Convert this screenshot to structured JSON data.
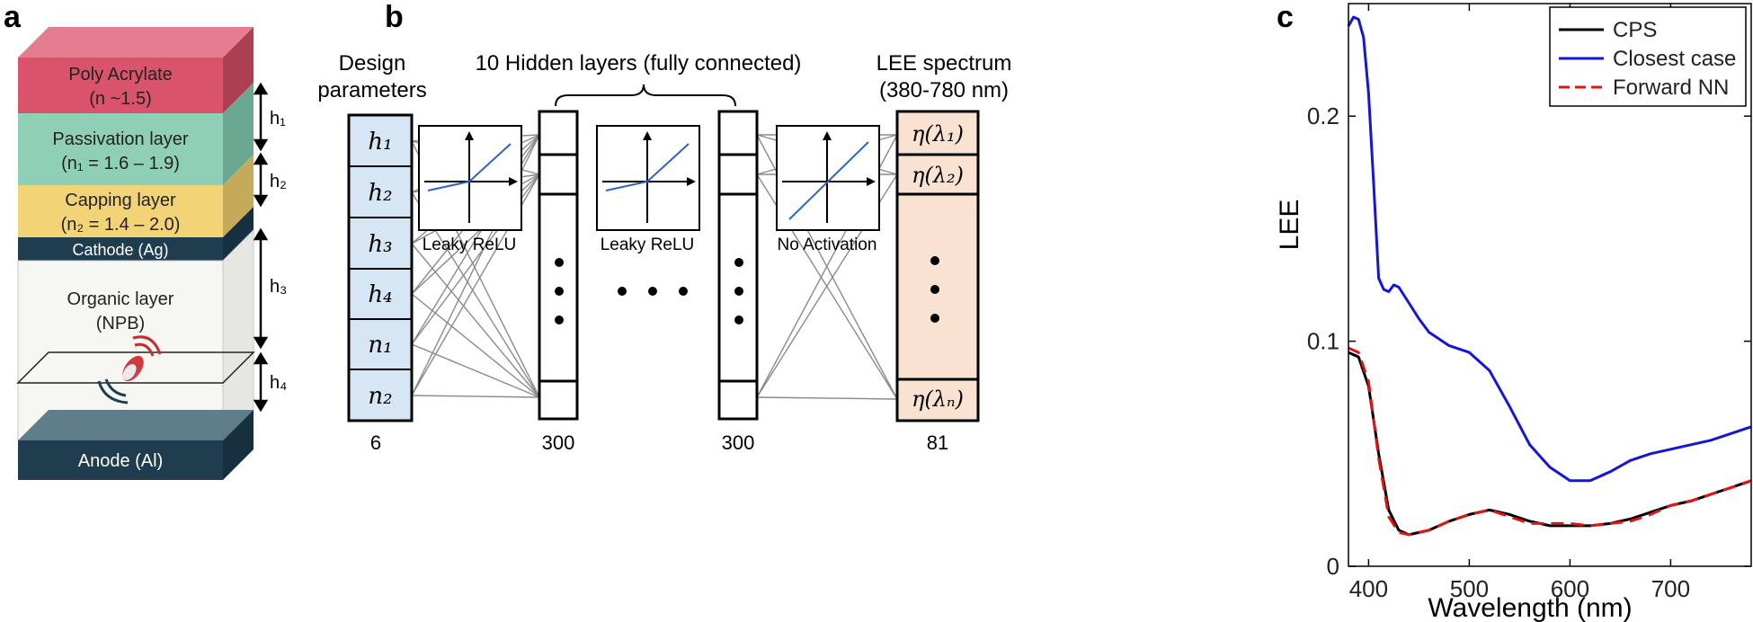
{
  "panel_a": {
    "label": "a",
    "layers": [
      {
        "name": "Poly Acrylate",
        "sub": "(n ~1.5)"
      },
      {
        "name": "Passivation layer",
        "sub": "(n₁ = 1.6 – 1.9)"
      },
      {
        "name": "Capping layer",
        "sub": "(n₂ = 1.4 – 2.0)"
      },
      {
        "name": "Cathode (Ag)",
        "sub": ""
      },
      {
        "name": "Organic layer",
        "sub": "(NPB)"
      },
      {
        "name": "Anode (Al)",
        "sub": ""
      }
    ],
    "dims": [
      "h₁",
      "h₂",
      "h₃",
      "h₄"
    ],
    "colors": {
      "poly": "#d9536b",
      "passivation": "#8fcfb6",
      "capping": "#f2d477",
      "cathode": "#1f3d4f",
      "organic": "#f6f6f2",
      "anode": "#1f3d4f"
    }
  },
  "panel_b": {
    "label": "b",
    "input_title": [
      "Design",
      "parameters"
    ],
    "hidden_title": "10 Hidden layers (fully connected)",
    "output_title": [
      "LEE spectrum",
      "(380-780 nm)"
    ],
    "inputs": [
      "h₁",
      "h₂",
      "h₃",
      "h₄",
      "n₁",
      "n₂"
    ],
    "outputs": [
      "η(λ₁)",
      "η(λ₂)",
      "η(λₙ)"
    ],
    "activations": [
      "Leaky ReLU",
      "Leaky ReLU",
      "No Activation"
    ],
    "counts": [
      "6",
      "300",
      "300",
      "81"
    ]
  },
  "panel_c": {
    "label": "c",
    "chart_data": {
      "type": "line",
      "xlabel": "Wavelength (nm)",
      "ylabel": "LEE",
      "xlim": [
        380,
        780
      ],
      "ylim": [
        0,
        0.25
      ],
      "xticks": [
        "400",
        "500",
        "600",
        "700"
      ],
      "yticks": [
        "0",
        "0.1",
        "0.2"
      ],
      "legend_position": "top-right",
      "series": [
        {
          "name": "CPS",
          "color": "#000000",
          "dash": "solid",
          "x": [
            380,
            390,
            400,
            410,
            420,
            430,
            440,
            460,
            480,
            500,
            520,
            540,
            560,
            580,
            600,
            620,
            640,
            660,
            680,
            700,
            720,
            740,
            760,
            780
          ],
          "y": [
            0.095,
            0.093,
            0.08,
            0.05,
            0.025,
            0.016,
            0.014,
            0.016,
            0.02,
            0.023,
            0.025,
            0.023,
            0.02,
            0.018,
            0.018,
            0.018,
            0.019,
            0.021,
            0.024,
            0.027,
            0.029,
            0.032,
            0.035,
            0.038
          ]
        },
        {
          "name": "Closest case",
          "color": "#1414e0",
          "dash": "solid",
          "x": [
            380,
            385,
            390,
            395,
            400,
            405,
            410,
            415,
            420,
            425,
            430,
            440,
            450,
            460,
            480,
            500,
            520,
            540,
            560,
            580,
            600,
            620,
            640,
            660,
            680,
            700,
            720,
            740,
            760,
            780
          ],
          "y": [
            0.24,
            0.244,
            0.243,
            0.235,
            0.21,
            0.17,
            0.128,
            0.123,
            0.122,
            0.125,
            0.124,
            0.117,
            0.11,
            0.104,
            0.098,
            0.095,
            0.087,
            0.071,
            0.054,
            0.044,
            0.038,
            0.038,
            0.042,
            0.047,
            0.05,
            0.052,
            0.054,
            0.056,
            0.059,
            0.062
          ]
        },
        {
          "name": "Forward NN",
          "color": "#e01414",
          "dash": "dashed",
          "x": [
            380,
            390,
            400,
            410,
            420,
            430,
            440,
            460,
            480,
            500,
            520,
            540,
            560,
            580,
            600,
            620,
            640,
            660,
            680,
            700,
            720,
            740,
            760,
            780
          ],
          "y": [
            0.097,
            0.095,
            0.082,
            0.048,
            0.022,
            0.015,
            0.014,
            0.016,
            0.02,
            0.023,
            0.025,
            0.022,
            0.019,
            0.019,
            0.019,
            0.018,
            0.019,
            0.02,
            0.023,
            0.027,
            0.029,
            0.032,
            0.035,
            0.038
          ]
        }
      ]
    }
  }
}
